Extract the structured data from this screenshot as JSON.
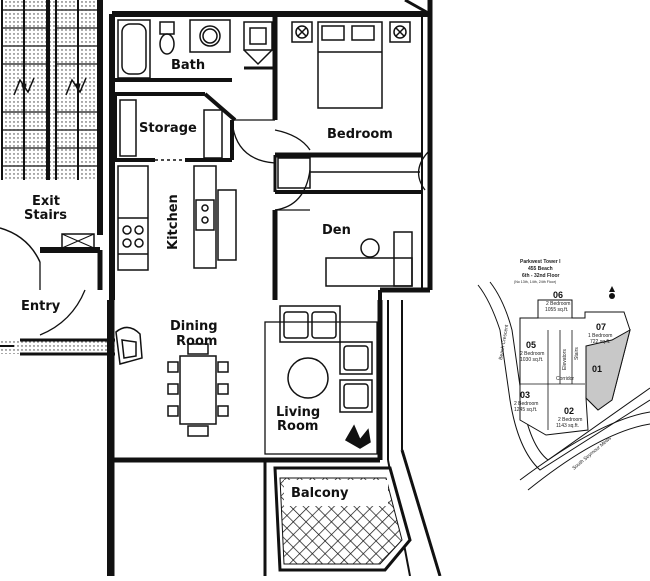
{
  "plan": {
    "rooms": {
      "bath": "Bath",
      "storage": "Storage",
      "bedroom": "Bedroom",
      "exit_stairs_1": "Exit",
      "exit_stairs_2": "Stairs",
      "kitchen": "Kitchen",
      "den": "Den",
      "entry": "Entry",
      "dining_1": "Dining",
      "dining_2": "Room",
      "living_1": "Living",
      "living_2": "Room",
      "balcony": "Balcony"
    }
  },
  "keyplan": {
    "title_1": "Parkwest Tower I",
    "title_2": "455 Beach",
    "title_3": "6th - 32nd Floor",
    "title_4": "(No 13th, 14th, 24th Floor)",
    "street_beach": "Beach Crescent",
    "street_mews": "South Seymour Mews",
    "corridor": "Corridor",
    "elevators": "Elevators",
    "stairs": "Stairs",
    "selected_unit": "01",
    "highlight_color": "#c8c8c8",
    "units": [
      {
        "number": "06",
        "type": "2 Bedroom",
        "area": "1055 sq.ft."
      },
      {
        "number": "07",
        "type": "1 Bedroom",
        "area": "722 sq.ft."
      },
      {
        "number": "05",
        "type": "2 Bedroom",
        "area": "1030 sq.ft."
      },
      {
        "number": "03",
        "type": "2 Bedroom",
        "area": "1245 sq.ft."
      },
      {
        "number": "02",
        "type": "2 Bedroom",
        "area": "1143 sq.ft."
      }
    ]
  }
}
